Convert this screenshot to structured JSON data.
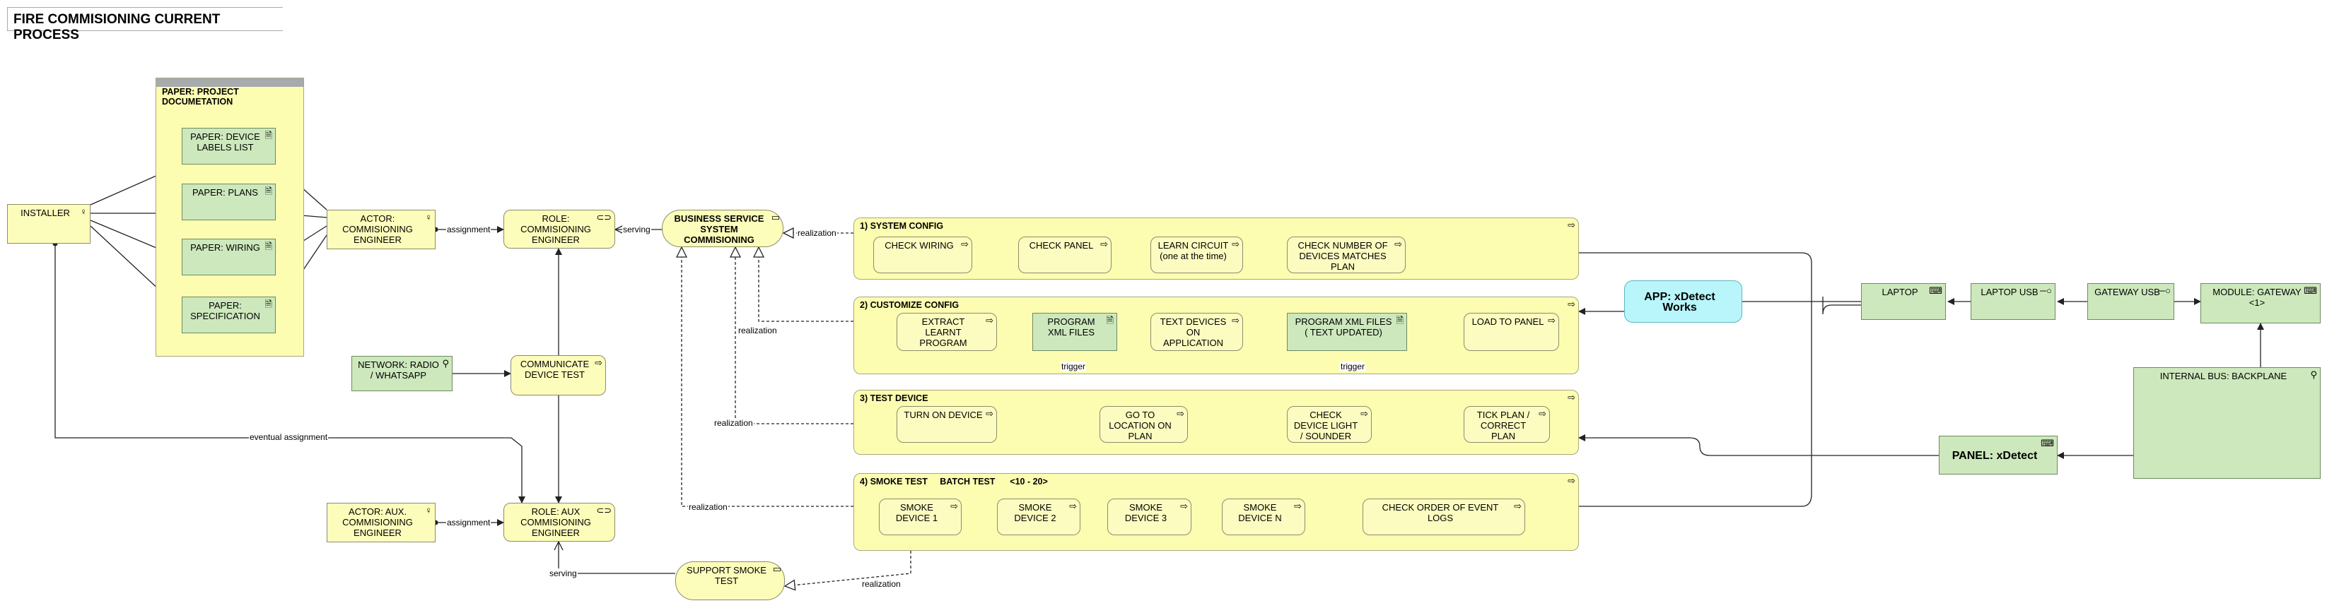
{
  "title": "FIRE COMMISIONING  CURRENT PROCESS",
  "colors": {
    "business": "#fdfdbb",
    "technology": "#cde8bd",
    "application": "#b8f6fb",
    "paper_group": "#cfd3d3"
  },
  "nodes": {
    "installer": "INSTALLER",
    "paper_group": "PAPER: PROJECT DOCUMETATION",
    "paper_labels": "PAPER: DEVICE LABELS LIST",
    "paper_plans": "PAPER: PLANS",
    "paper_wiring": "PAPER: WIRING",
    "paper_spec": "PAPER: SPECIFICATION",
    "actor_commissioning": "ACTOR: COMMISIONING ENGINEER",
    "role_commissioning": "ROLE: COMMISIONING ENGINEER",
    "business_service": "BUSINESS SERVICE SYSTEM COMMISIONING",
    "network_radio": "NETWORK: RADIO / WHATSAPP",
    "communicate": "COMMUNICATE DEVICE TEST",
    "actor_aux": "ACTOR: AUX. COMMISIONING ENGINEER",
    "role_aux": "ROLE: AUX COMMISIONING ENGINEER",
    "support_smoke": "SUPPORT SMOKE TEST",
    "app_xdetect": "APP: xDetect Works",
    "laptop": "LAPTOP",
    "laptop_usb": "LAPTOP USB",
    "gateway_usb": "GATEWAY USB",
    "module_gateway": "MODULE: GATEWAY <1>",
    "internal_bus": "INTERNAL BUS: BACKPLANE",
    "panel_xdetect": "PANEL: xDetect"
  },
  "groups": {
    "system_config": {
      "label": "1) SYSTEM CONFIG",
      "steps": [
        "CHECK WIRING",
        "CHECK PANEL",
        "LEARN CIRCUIT (one at the time)",
        "CHECK NUMBER OF DEVICES MATCHES PLAN"
      ]
    },
    "customize_config": {
      "label": "2) CUSTOMIZE CONFIG",
      "steps": [
        "EXTRACT LEARNT PROGRAM",
        "PROGRAM XML FILES",
        "TEXT DEVICES ON APPLICATION",
        "PROGRAM XML FILES ( TEXT UPDATED)",
        "LOAD TO PANEL"
      ]
    },
    "test_device": {
      "label": "3) TEST DEVICE",
      "steps": [
        "TURN ON DEVICE",
        "GO TO LOCATION ON PLAN",
        "CHECK DEVICE LIGHT / SOUNDER",
        "TICK PLAN / CORRECT PLAN"
      ]
    },
    "smoke_test": {
      "label": "4) SMOKE TEST     BATCH TEST      <10 - 20>",
      "steps": [
        "SMOKE DEVICE 1",
        "SMOKE DEVICE 2",
        "SMOKE DEVICE 3",
        "SMOKE DEVICE N",
        "CHECK ORDER OF EVENT LOGS"
      ]
    }
  },
  "edge_labels": {
    "assignment_top": "assignment",
    "serving_top": "serving",
    "realization_top": "realization",
    "realization_2": "realization",
    "realization_3": "realization",
    "realization_4": "realization",
    "realization_support": "realization",
    "trigger_1": "trigger",
    "trigger_2": "trigger",
    "eventual_assignment": "eventual assignment",
    "assignment_aux": "assignment",
    "serving_aux": "serving"
  }
}
